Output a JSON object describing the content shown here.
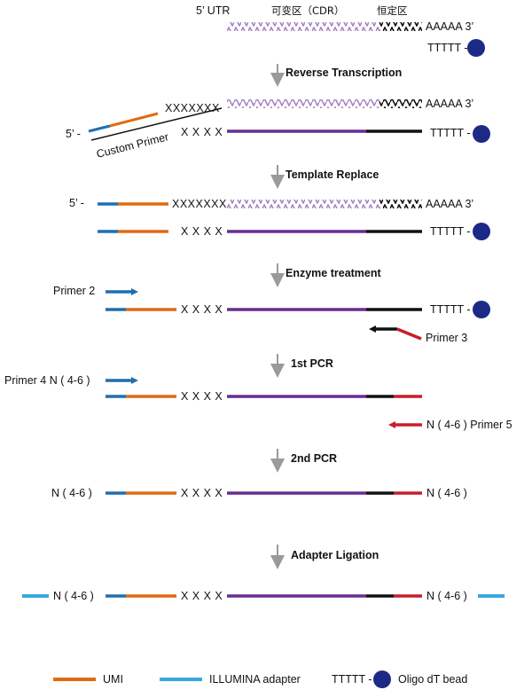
{
  "labels": {
    "top_5prime_utr": "5’ UTR",
    "variable_region": "可变区（CDR）",
    "constant_region": "恒定区",
    "polyA": "AAAAA 3’",
    "polyT": "TTTTT -",
    "five_prime": "5’  -",
    "xxxxxxx": "XXXXXXX",
    "xxxx": "X X X X",
    "custom_primer": "Custom Primer",
    "primer2": "Primer 2",
    "primer3": "Primer 3",
    "primer4": "Primer 4 N ( 4-6 )",
    "primer5": "N ( 4-6 ) Primer 5",
    "n46": "N ( 4-6 )"
  },
  "steps": [
    "Reverse Transcription",
    "Template Replace",
    "Enzyme treatment",
    "1st PCR",
    "2nd PCR",
    "Adapter Ligation"
  ],
  "legend": {
    "umi": "UMI",
    "illumina": "ILLUMINA adapter",
    "oligo_prefix": "TTTTT -",
    "oligo": "Oligo dT bead"
  },
  "colors": {
    "blue": "#1f6fb2",
    "orange": "#e06a12",
    "purple": "#6a2c91",
    "lavender": "#a886c4",
    "black": "#111111",
    "red": "#c81e2a",
    "cyan": "#3aa8dc",
    "bead": "#1c2a86",
    "arrow_gray": "#9a9a9a"
  }
}
